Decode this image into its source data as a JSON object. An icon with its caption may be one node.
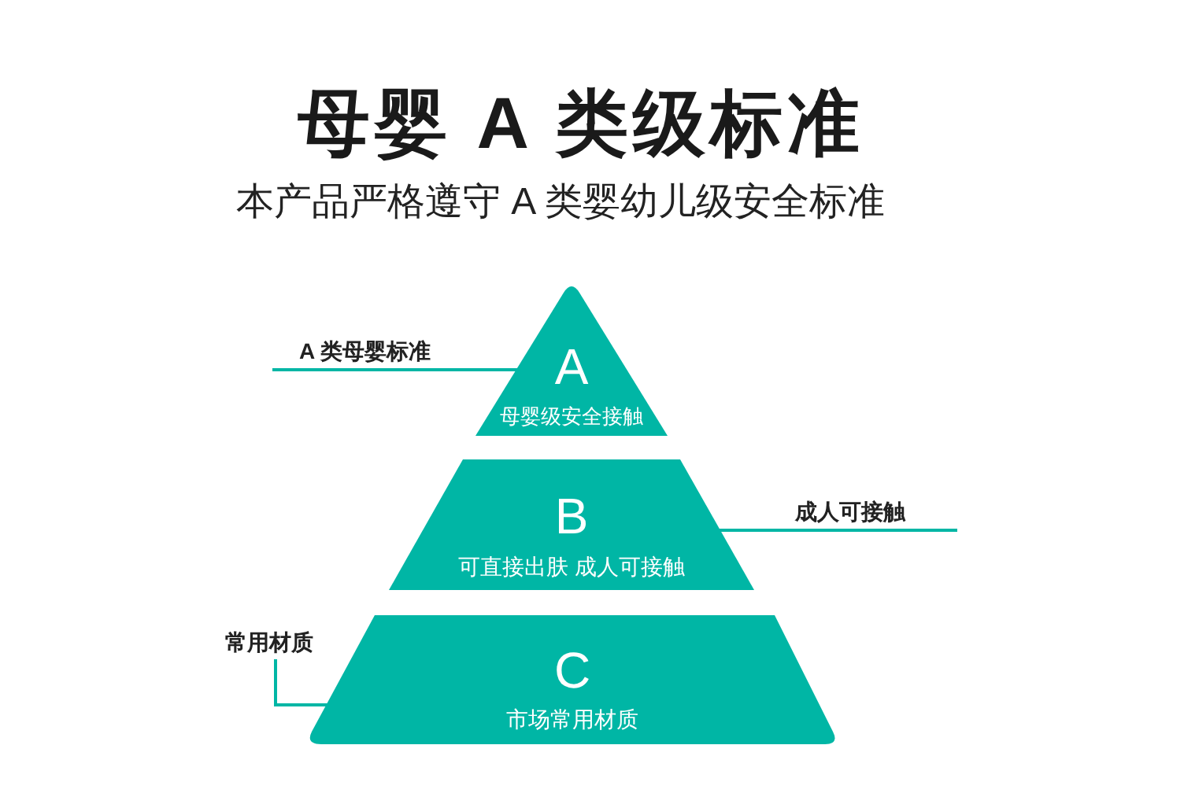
{
  "diagram": {
    "title": "母婴 A 类级标准",
    "caption": "本产品严格遵守 A 类婴幼儿级安全标准",
    "nodes": [
      {
        "text": [
          "A 类母婴标准"
        ]
      },
      {
        "text": [
          "A",
          "母婴级安全接触"
        ]
      },
      {
        "text": [
          "成人可接触"
        ]
      },
      {
        "text": [
          "B",
          "可直接出肤 成人可接触"
        ]
      },
      {
        "text": [
          "常用材质"
        ]
      },
      {
        "text": [
          "C",
          "市场常用材质"
        ]
      }
    ],
    "edges": [
      {
        "from": 0,
        "to": 1,
        "arrow": "none"
      },
      {
        "from": 2,
        "to": 3,
        "arrow": "none"
      },
      {
        "from": 4,
        "to": 5,
        "arrow": "none"
      }
    ]
  }
}
